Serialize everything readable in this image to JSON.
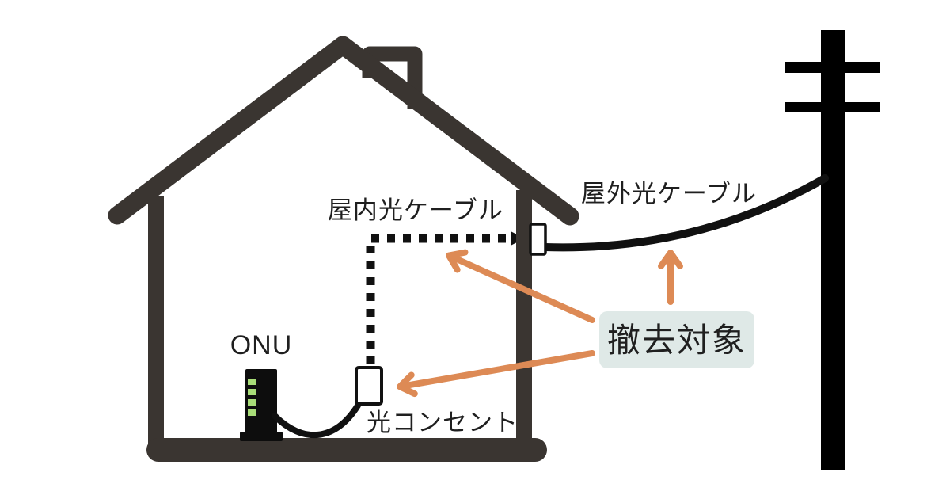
{
  "diagram": {
    "labels": {
      "onu": "ONU",
      "indoor_cable": "屋内光ケーブル",
      "outdoor_cable": "屋外光ケーブル",
      "optical_outlet": "光コンセント",
      "removal_target": "撤去対象"
    },
    "colors": {
      "background": "#ffffff",
      "house_outline": "#3a3531",
      "pole": "#000000",
      "cable": "#111111",
      "device": "#0d0d0d",
      "led_green": "#a8dd78",
      "arrow": "#dd8a55",
      "tag_background": "#dfe9e7",
      "text": "#1f1f1f"
    },
    "icons": {
      "house": "house-icon",
      "chimney": "chimney-icon",
      "utility_pole": "utility-pole-icon",
      "onu_device": "onu-device-icon",
      "optical_outlet": "optical-outlet-icon",
      "wall_connector": "wall-connector-icon",
      "arrow": "arrow-icon"
    },
    "arrow_count": 3
  }
}
